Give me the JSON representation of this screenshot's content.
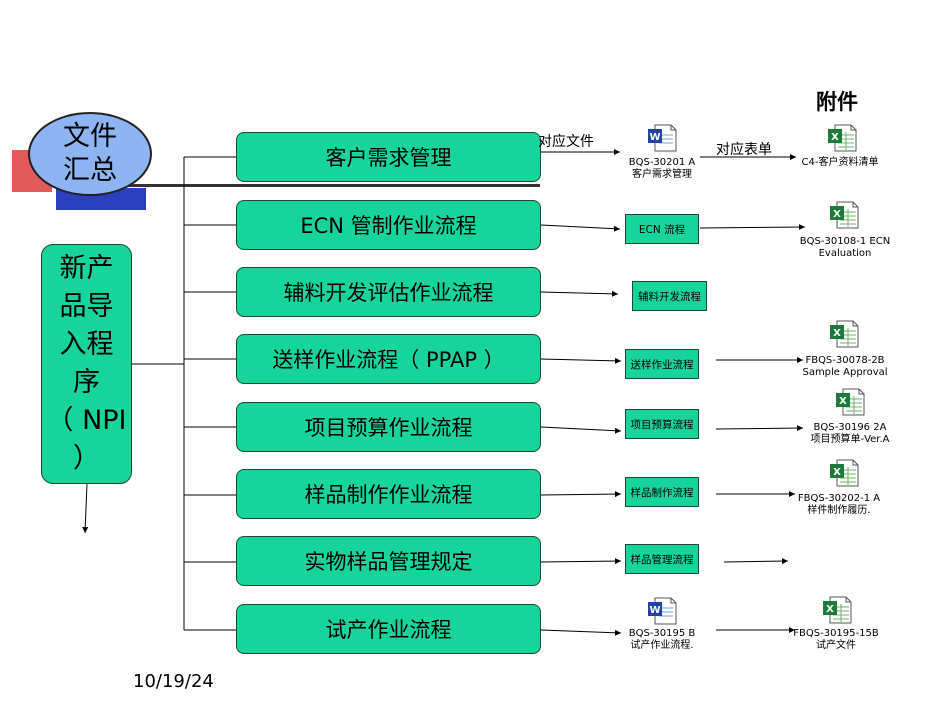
{
  "attachments_title": "附件",
  "summary_bubble": {
    "line1": "文件",
    "line2": "汇总"
  },
  "npi_box": {
    "lines": [
      "新产",
      "品导",
      "入程",
      "序",
      "（ NPI ）"
    ]
  },
  "processes": [
    "客户需求管理",
    "ECN 管制作业流程",
    "辅料开发评估作业流程",
    "送样作业流程（ PPAP ）",
    "项目预算作业流程",
    "样品制作作业流程",
    "实物样品管理规定",
    "试产作业流程"
  ],
  "labels": {
    "corresponding_file": "对应文件",
    "corresponding_form": "对应表单"
  },
  "flow_boxes": [
    "ECN 流程",
    "辅料开发流程",
    "送样作业流程",
    "项目预算流程",
    "样品制作流程",
    "样品管理流程"
  ],
  "docs": {
    "d1": {
      "icon": "word-doc-icon",
      "line1": "BQS-30201  A",
      "line2": "客户需求管理"
    },
    "d2": {
      "icon": "word-doc-icon",
      "line1": "BQS-30195 B",
      "line2": "试产作业流程."
    }
  },
  "forms": {
    "f1": {
      "icon": "excel-sheet-icon",
      "line1": "C4-客户资料清单",
      "line2": ""
    },
    "f2": {
      "icon": "excel-sheet-icon",
      "line1": "BQS-30108-1 ECN",
      "line2": "Evaluation"
    },
    "f3": {
      "icon": "excel-sheet-icon",
      "line1": "FBQS-30078-2B",
      "line2": "Sample Approval"
    },
    "f4": {
      "icon": "excel-sheet-icon",
      "line1": "BQS-30196 2A",
      "line2": "项目预算单-Ver.A"
    },
    "f5": {
      "icon": "excel-sheet-icon",
      "line1": "FBQS-30202-1 A",
      "line2": "样件制作履历."
    },
    "f6": {
      "icon": "excel-sheet-icon",
      "line1": "FBQS-30195-15B",
      "line2": "试产文件"
    }
  },
  "footer_date": "10/19/24",
  "colors": {
    "box_fill": "#16d49a",
    "bubble_fill": "#8fb4f2",
    "accent_red": "#e25b5b",
    "accent_blue": "#2b3fbf"
  }
}
